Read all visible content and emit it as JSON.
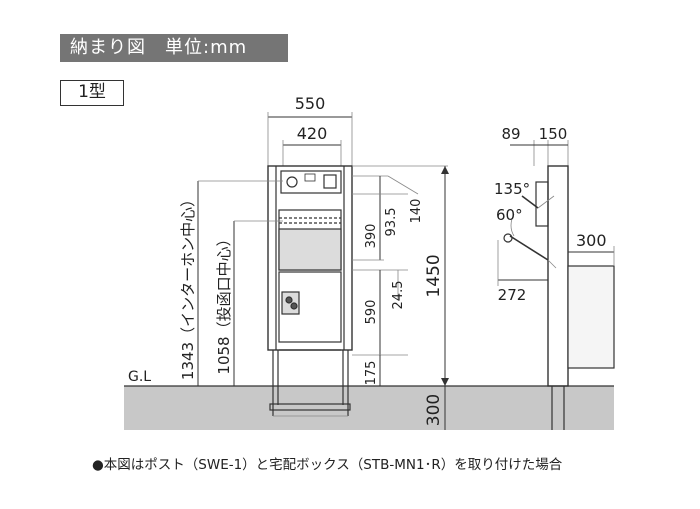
{
  "header": {
    "title": "納まり図　単位:mm"
  },
  "type_label": "1型",
  "front": {
    "dim_width": "550",
    "dim_inner": "420",
    "dim_total": "1450",
    "dim_390": "390",
    "dim_93_5": "93.5",
    "dim_140": "140",
    "dim_590": "590",
    "dim_24_5": "24.5",
    "dim_175": "175",
    "dim_300": "300",
    "intercom_label": "1343（インターホン中心）",
    "slot_label": "1058（投函口中心）",
    "gl_label": "G.L"
  },
  "side": {
    "dim_89": "89",
    "dim_150": "150",
    "angle_135": "135°",
    "angle_60": "60°",
    "dim_300": "300",
    "dim_272": "272"
  },
  "note": "●本図はポスト（SWE-1）と宅配ボックス（STB-MN1･R）を取り付けた場合",
  "colors": {
    "ground": "#c8c8c8",
    "header_bg": "#757575",
    "line": "#333333",
    "leader": "#777777",
    "panel_fill": "#dcdcdc"
  }
}
